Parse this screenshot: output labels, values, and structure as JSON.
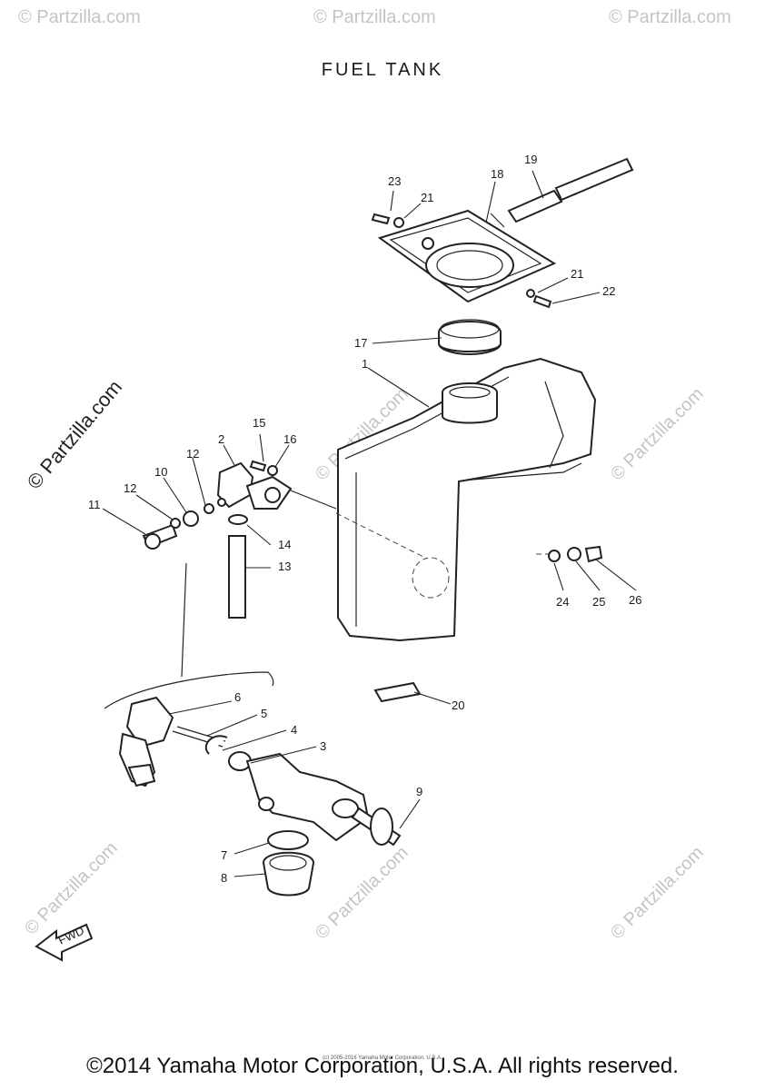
{
  "title": "FUEL TANK",
  "footer": "©2014 Yamaha Motor Corporation, U.S.A. All rights reserved.",
  "footer_small": "(c) 2005-2016 Yamaha Motor Corporation, U.S.A.",
  "watermark": "© Partzilla.com",
  "fwd_label": "FWD",
  "callouts": [
    "1",
    "2",
    "3",
    "4",
    "5",
    "6",
    "7",
    "8",
    "9",
    "10",
    "11",
    "12",
    "12",
    "13",
    "14",
    "15",
    "16",
    "17",
    "18",
    "19",
    "20",
    "21",
    "21",
    "22",
    "23",
    "24",
    "25",
    "26"
  ]
}
